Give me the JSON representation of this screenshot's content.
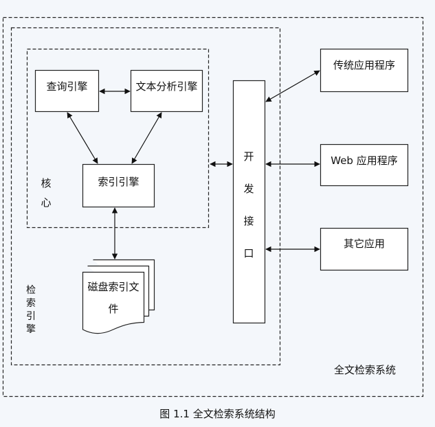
{
  "diagram": {
    "caption": "图 1.1 全文检索系统结构",
    "containers": {
      "system": {
        "label": "全文检索系统"
      },
      "retrieval_engine": {
        "label_chars": [
          "检",
          "索",
          "引",
          "擎"
        ]
      },
      "core": {
        "label_chars": [
          "核",
          "心"
        ]
      }
    },
    "nodes": {
      "query_engine": {
        "label": "查询引擎"
      },
      "text_analysis_engine": {
        "label": "文本分析引擎"
      },
      "index_engine": {
        "label": "索引引擎"
      },
      "disk_index_files": {
        "label_line1": "磁盘索引文",
        "label_line2": "件"
      },
      "dev_interface": {
        "label_chars": [
          "开",
          "发",
          "接",
          "口"
        ]
      },
      "traditional_app": {
        "label": "传统应用程序"
      },
      "web_app": {
        "label": "Web 应用程序"
      },
      "other_app": {
        "label": "其它应用"
      }
    },
    "edges": [
      {
        "from": "query_engine",
        "to": "text_analysis_engine",
        "type": "bidirectional"
      },
      {
        "from": "query_engine",
        "to": "index_engine",
        "type": "bidirectional"
      },
      {
        "from": "text_analysis_engine",
        "to": "index_engine",
        "type": "bidirectional"
      },
      {
        "from": "index_engine",
        "to": "disk_index_files",
        "type": "bidirectional"
      },
      {
        "from": "core",
        "to": "dev_interface",
        "type": "bidirectional"
      },
      {
        "from": "dev_interface",
        "to": "traditional_app",
        "type": "bidirectional"
      },
      {
        "from": "dev_interface",
        "to": "web_app",
        "type": "bidirectional"
      },
      {
        "from": "dev_interface",
        "to": "other_app",
        "type": "bidirectional"
      }
    ],
    "colors": {
      "background": "#f4f7fb",
      "box_fill": "#ffffff",
      "stroke": "#222222"
    }
  }
}
